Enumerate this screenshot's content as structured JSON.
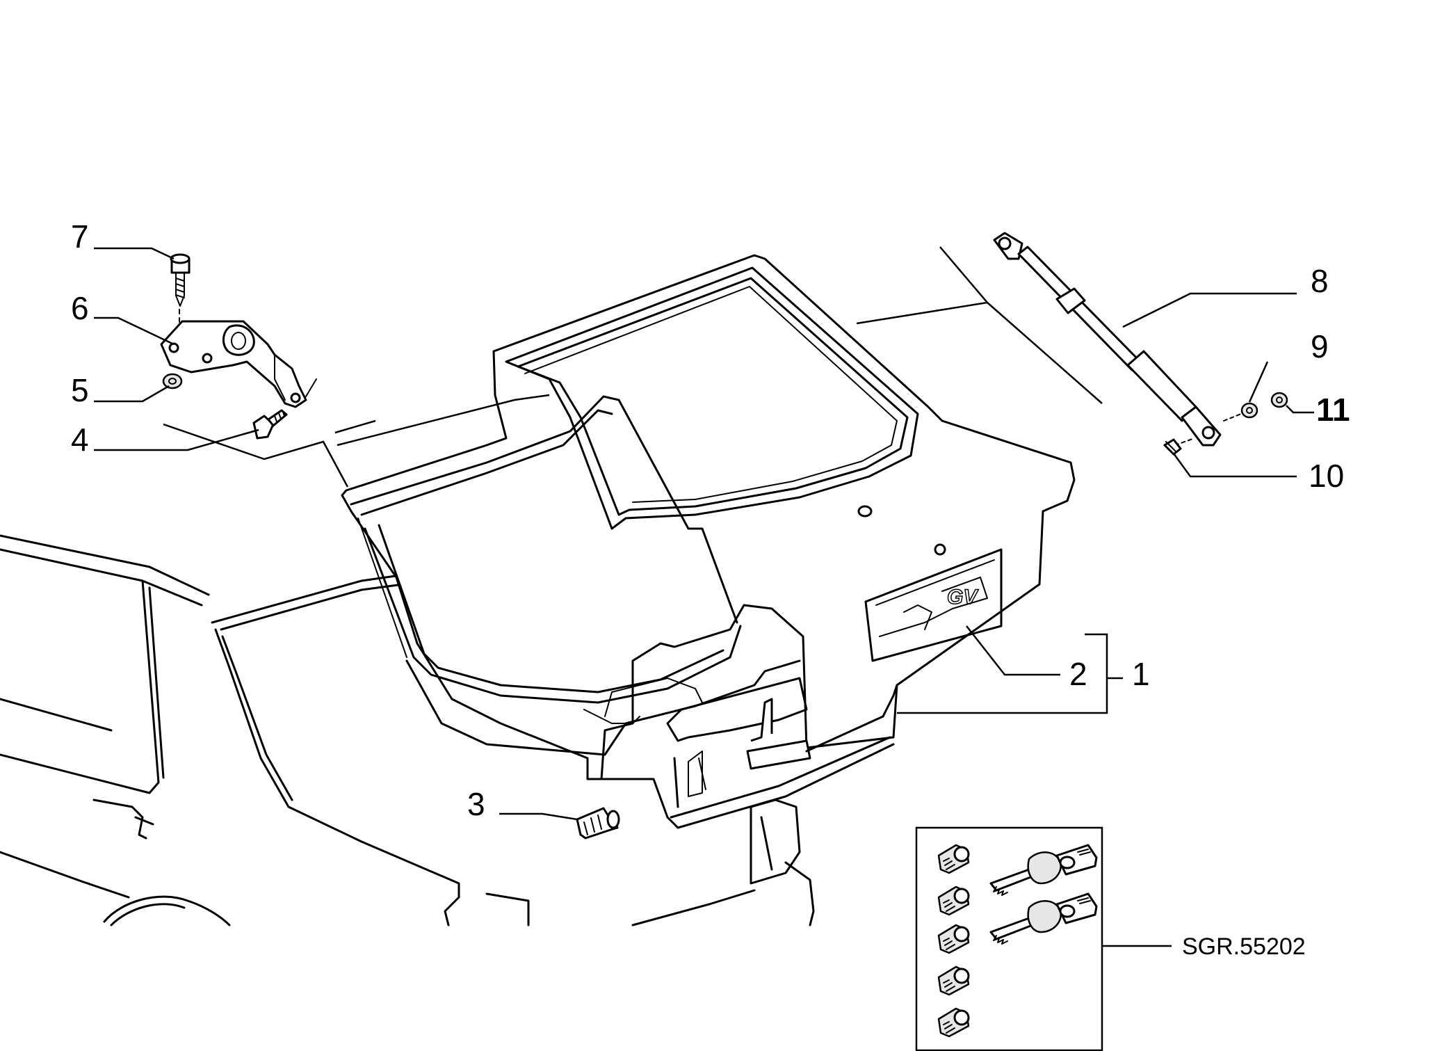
{
  "diagram": {
    "labels": {
      "l1": "1",
      "l2": "2",
      "l3": "3",
      "l4": "4",
      "l5": "5",
      "l6": "6",
      "l7": "7",
      "l8": "8",
      "l9": "9",
      "l10": "10",
      "l11": "11"
    },
    "kit_reference": "SGR.55202"
  }
}
